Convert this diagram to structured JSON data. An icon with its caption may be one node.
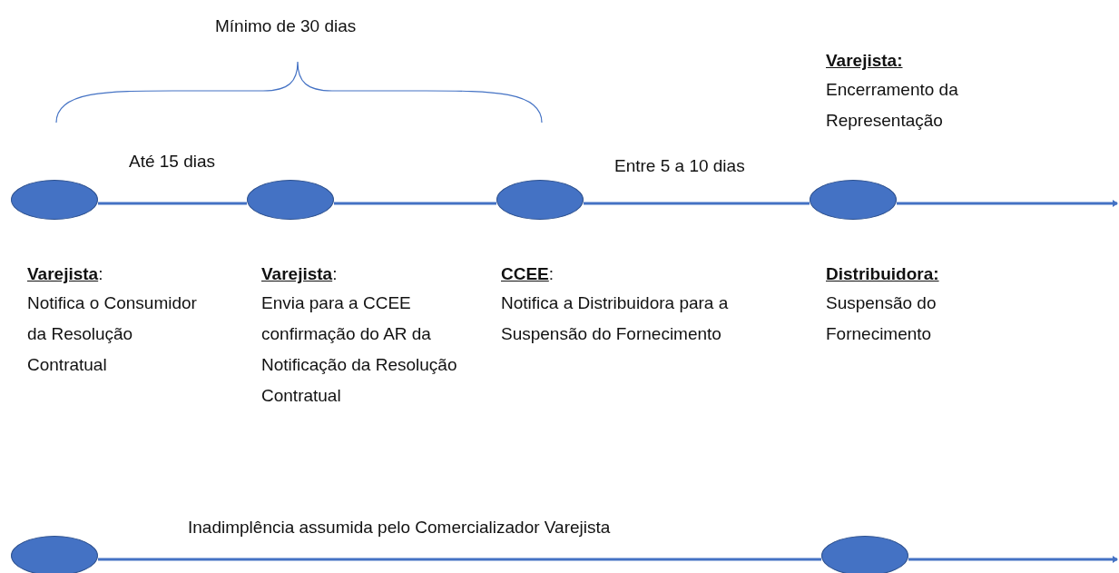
{
  "diagram": {
    "nodes": [
      {
        "text": [],
        "shape": "circle",
        "beside": [
          "**Varejista**:",
          "Notifica o Consumidor da Resolução Contratual"
        ]
      },
      {
        "text": [],
        "shape": "circle",
        "beside": [
          "**Varejista**:",
          "Envia para a CCEE confirmação do AR da Notificação da Resolução Contratual"
        ]
      },
      {
        "text": [],
        "shape": "circle",
        "beside": [
          "**CCEE**:",
          "Notifica a Distribuidora para a Suspensão do Fornecimento"
        ]
      },
      {
        "text": [],
        "shape": "circle",
        "beside": [
          "**Varejista:**",
          "Encerramento da Representação",
          "**Distribuidora:**",
          "Suspensão do Fornecimento"
        ]
      },
      {
        "text": [],
        "shape": "circle"
      },
      {
        "text": [],
        "shape": "circle"
      }
    ],
    "edges": [
      {
        "from": 0,
        "to": 1,
        "arrow": "none",
        "label": "Até 15 dias"
      },
      {
        "from": 1,
        "to": 2,
        "arrow": "none"
      },
      {
        "from": 2,
        "to": 3,
        "arrow": "none",
        "label": "Entre 5 a 10 dias"
      },
      {
        "from": 3,
        "to": null,
        "arrow": "to"
      },
      {
        "from": 4,
        "to": 5,
        "arrow": "none",
        "label": "Inadimplência assumida pelo Comercializador Varejista"
      },
      {
        "from": 5,
        "to": null,
        "arrow": "to"
      }
    ],
    "labels": [
      "Mínimo de 30 dias"
    ]
  }
}
